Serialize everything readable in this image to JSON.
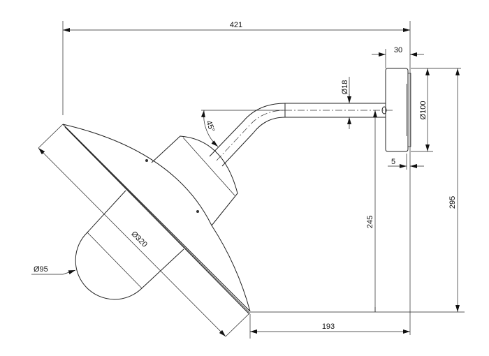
{
  "drawing": {
    "dimensions": {
      "overall_width": "421",
      "plate_depth": "30",
      "plate_diameter": "Ø100",
      "plate_offset": "5",
      "arm_diameter": "Ø18",
      "arm_angle": "45°",
      "arm_height": "245",
      "total_height": "295",
      "shade_projection": "193",
      "shade_diameter": "Ø320",
      "globe_diameter": "Ø95"
    },
    "line_color": "#222222",
    "background": "#ffffff"
  }
}
